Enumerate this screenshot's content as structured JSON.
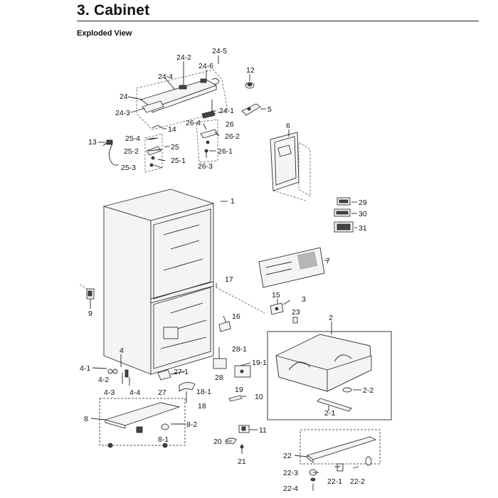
{
  "header": {
    "title": "3.  Cabinet",
    "subtitle": "Exploded View"
  },
  "labels": {
    "l24_5": "24-5",
    "l24_2": "24-2",
    "l24_6": "24-6",
    "l12": "12",
    "l24_4": "24-4",
    "l24": "24",
    "l24_3": "24-3",
    "l24_1": "24-1",
    "l5": "5",
    "l14": "14",
    "l26_4": "26-4",
    "l26": "26",
    "l26_2": "26-2",
    "l6": "6",
    "l13": "13",
    "l25_4": "25-4",
    "l25": "25",
    "l25_2": "25-2",
    "l26_1": "26-1",
    "l25_1": "25-1",
    "l25_3": "25-3",
    "l26_3": "26-3",
    "l1": "1",
    "l29": "29",
    "l30": "30",
    "l31": "31",
    "l7": "7",
    "l17": "17",
    "l9": "9",
    "l15": "15",
    "l3": "3",
    "l23": "23",
    "l16": "16",
    "l2": "2",
    "l28_1": "28-1",
    "l4": "4",
    "l4_1": "4-1",
    "l19_1": "19-1",
    "l4_2": "4-2",
    "l27_1": "27-1",
    "l28": "28",
    "l2_2": "2-2",
    "l4_3": "4-3",
    "l4_4": "4-4",
    "l27": "27",
    "l18_1": "18-1",
    "l19": "19",
    "l10": "10",
    "l18": "18",
    "l2_1": "2-1",
    "l8": "8",
    "l8_2": "8-2",
    "l11": "11",
    "l8_1": "8-1",
    "l20": "20",
    "l22": "22",
    "l21": "21",
    "l22_3": "22-3",
    "l22_1": "22-1",
    "l22_2": "22-2",
    "l22_4": "22-4"
  }
}
